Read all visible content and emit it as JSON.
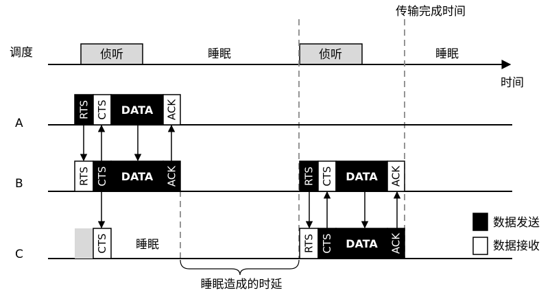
{
  "labels": {
    "sched": "调度",
    "row_a": "A",
    "row_b": "B",
    "row_c": "C",
    "time": "时间",
    "done": "传输完成时间",
    "listen": "侦听",
    "sleep": "睡眠",
    "delay": "睡眠造成的时延"
  },
  "frames": {
    "rts": "RTS",
    "cts": "CTS",
    "data": "DATA",
    "ack": "ACK"
  },
  "legend": {
    "send": "数据发送",
    "recv": "数据接收"
  },
  "colors": {
    "send_fill": "#000000",
    "recv_fill": "#ffffff",
    "listen_fill": "#d9d9d9",
    "dashed_line": "#888888"
  }
}
